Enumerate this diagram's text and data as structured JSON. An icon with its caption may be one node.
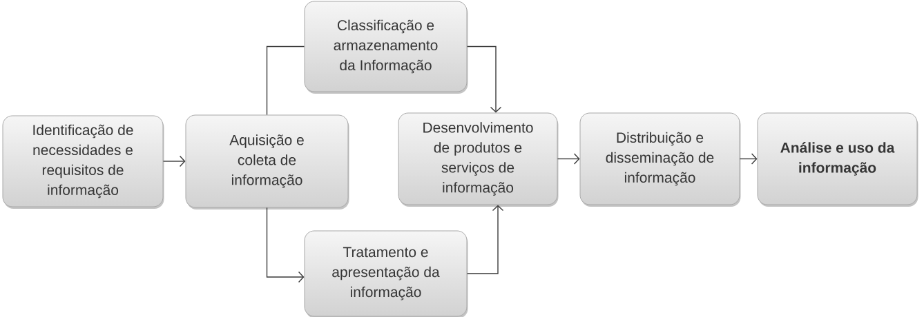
{
  "diagram": {
    "nodes": [
      {
        "text": [
          "Identificação de necessidades e requisitos de informação"
        ]
      },
      {
        "text": [
          "Aquisição e coleta de informação"
        ]
      },
      {
        "text": [
          "Classificação e armazenamento da Informação"
        ]
      },
      {
        "text": [
          "Tratamento e apresentação da informação"
        ]
      },
      {
        "text": [
          "Desenvolvimento de produtos e serviços de informação"
        ]
      },
      {
        "text": [
          "Distribuição e disseminação de informação"
        ]
      },
      {
        "text": [
          "Análise e uso da informação"
        ]
      }
    ],
    "edges": [
      {
        "from": 0,
        "to": 1,
        "arrow": "to"
      },
      {
        "from": 1,
        "to": 2,
        "arrow": "none"
      },
      {
        "from": 1,
        "to": 3,
        "arrow": "to"
      },
      {
        "from": 2,
        "to": 4,
        "arrow": "to"
      },
      {
        "from": 3,
        "to": 4,
        "arrow": "to"
      },
      {
        "from": 4,
        "to": 5,
        "arrow": "to"
      },
      {
        "from": 5,
        "to": 6,
        "arrow": "to"
      }
    ]
  }
}
